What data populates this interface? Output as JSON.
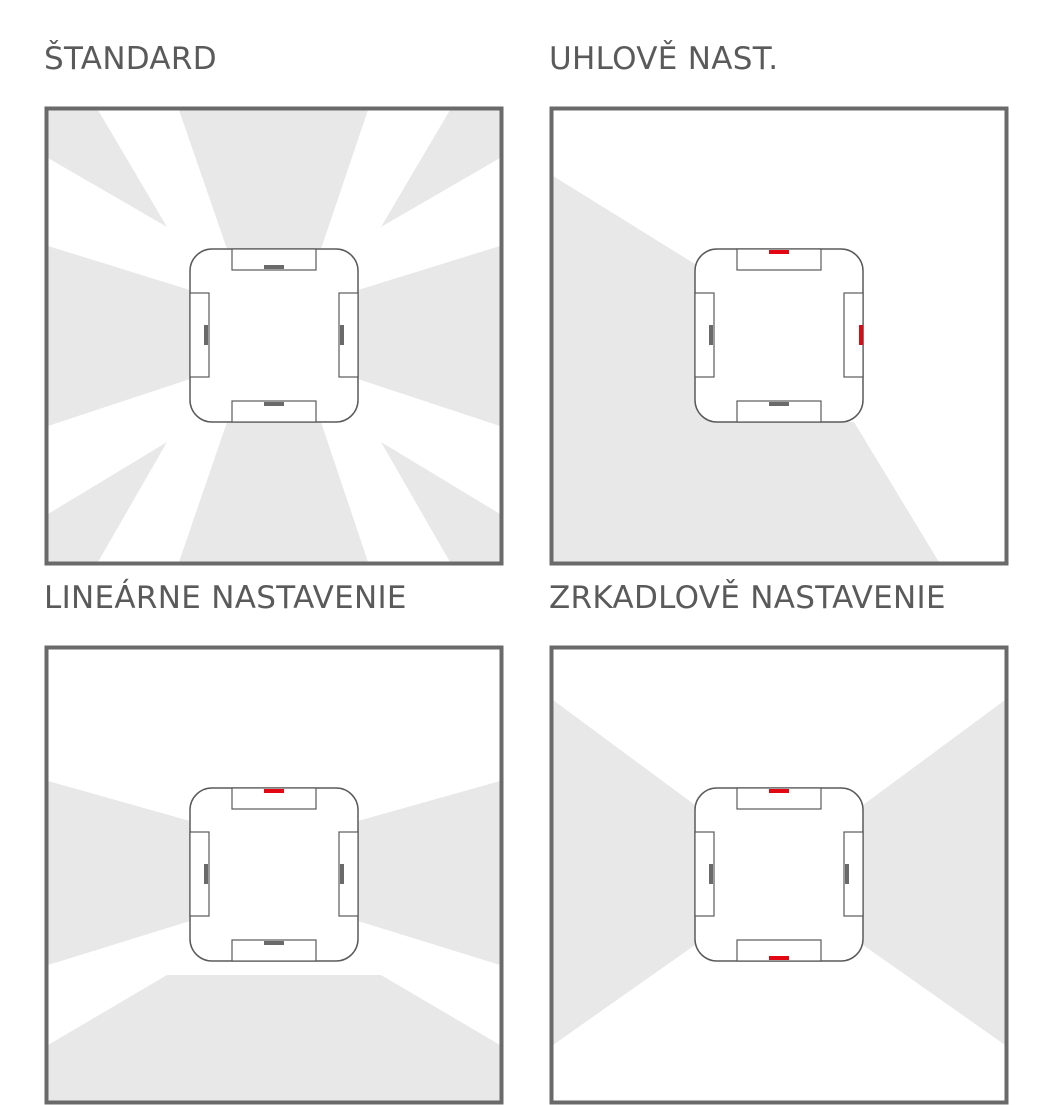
{
  "colors": {
    "frame": "#6a6a6a",
    "beam": "#e8e8e8",
    "device_outline": "#5a5a5a",
    "sensor_inactive": "#6a6a6a",
    "sensor_active": "#e30613"
  },
  "panels": [
    {
      "title": "ŠTANDARD",
      "sensors": {
        "top": "inactive",
        "right": "inactive",
        "bottom": "inactive",
        "left": "inactive"
      },
      "pattern": "standard"
    },
    {
      "title": "UHLOVĚ NAST.",
      "sensors": {
        "top": "active",
        "right": "active",
        "bottom": "inactive",
        "left": "inactive"
      },
      "pattern": "corner"
    },
    {
      "title": "LINEÁRNE NASTAVENIE",
      "sensors": {
        "top": "active",
        "right": "inactive",
        "bottom": "inactive",
        "left": "inactive"
      },
      "pattern": "linear"
    },
    {
      "title": "ZRKADLOVĚ NASTAVENIE",
      "sensors": {
        "top": "active",
        "right": "inactive",
        "bottom": "active",
        "left": "inactive"
      },
      "pattern": "mirror"
    }
  ]
}
